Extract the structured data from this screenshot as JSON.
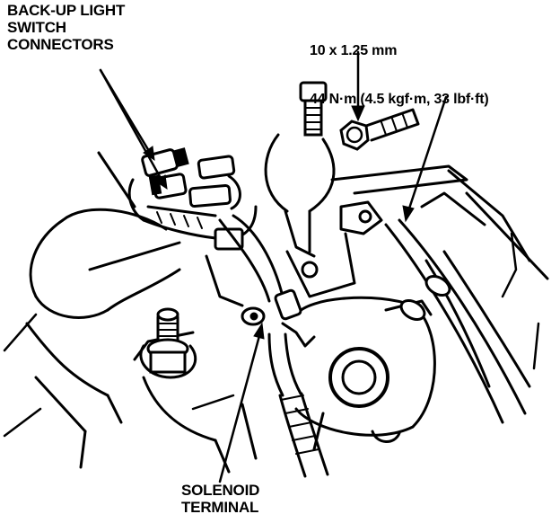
{
  "labels": {
    "connectors": "BACK-UP LIGHT\nSWITCH\nCONNECTORS",
    "bolt_size": "10 x 1.25 mm",
    "bolt_torque": "44 N·m (4.5 kgf·m, 33 lbf·ft)",
    "solenoid": "SOLENOID\nTERMINAL"
  },
  "icons": {
    "callout_arrow": "arrowhead"
  }
}
